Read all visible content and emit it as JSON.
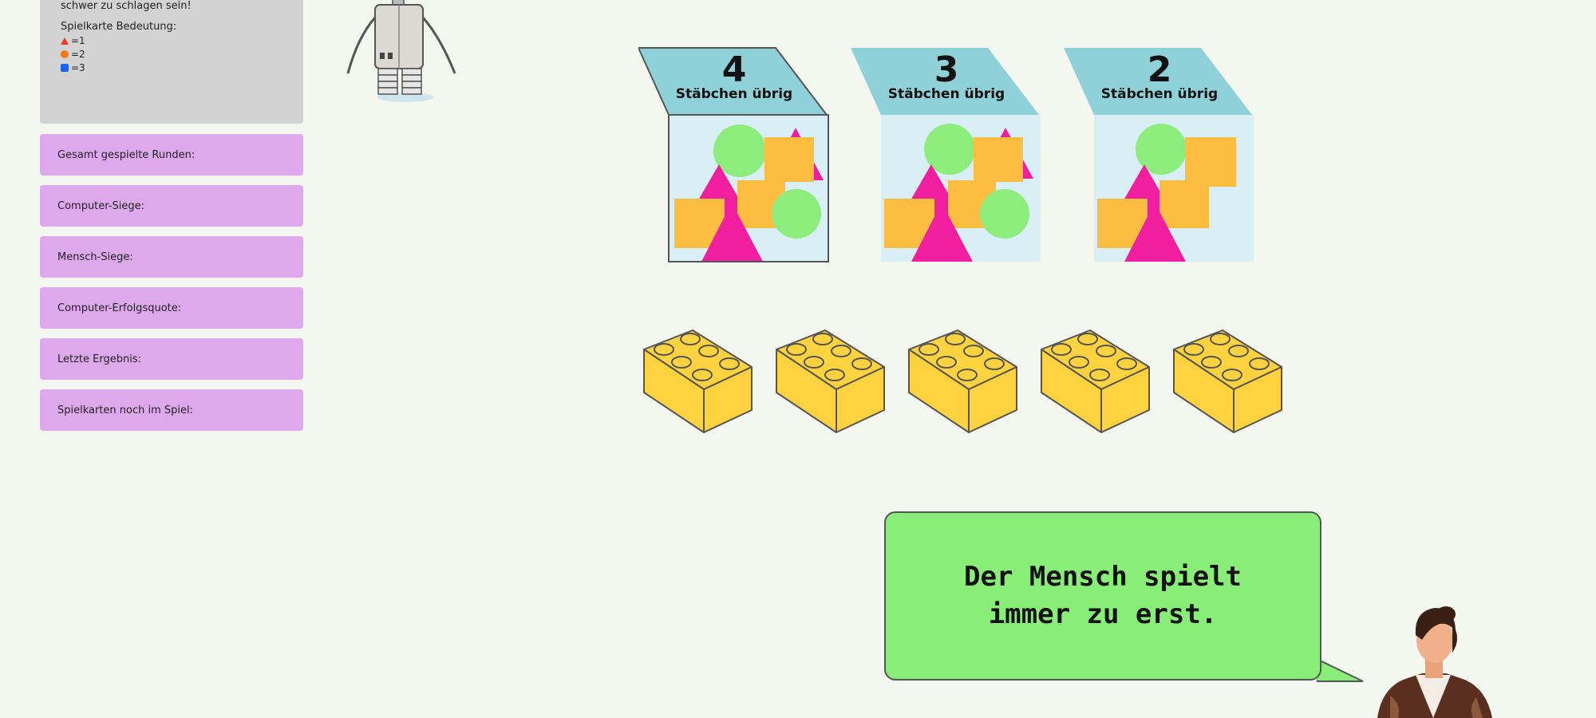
{
  "info_panel": {
    "top_line": "schwer zu schlagen sein!",
    "legend_title": "Spielkarte Bedeutung:",
    "legend": [
      {
        "icon": "triangle-icon",
        "label": "=1",
        "color": "#e8382a"
      },
      {
        "icon": "circle-icon",
        "label": "=2",
        "color": "#ef7a1a"
      },
      {
        "icon": "square-icon",
        "label": "=3",
        "color": "#1a64ef"
      }
    ]
  },
  "stats": [
    {
      "label": "Gesamt gespielte Runden:"
    },
    {
      "label": "Computer-Siege:"
    },
    {
      "label": "Mensch-Siege:"
    },
    {
      "label": "Computer-Erfolgsquote:"
    },
    {
      "label": "Letzte Ergebnis:"
    },
    {
      "label": "Spielkarten noch im Spiel:"
    }
  ],
  "cards": [
    {
      "count": "4",
      "label": "Stäbchen übrig"
    },
    {
      "count": "3",
      "label": "Stäbchen übrig"
    },
    {
      "count": "2",
      "label": "Stäbchen übrig"
    }
  ],
  "bricks": {
    "count": 5,
    "color": "#ffd23f"
  },
  "speech": {
    "text": "Der Mensch spielt\nimmer zu erst."
  },
  "colors": {
    "background": "#f3f7f0",
    "panel": "#d3d3d3",
    "stat_box": "#dea8ec",
    "card_lid": "#8fd1d9",
    "card_body": "#d8f0f5",
    "bubble": "#88ee77"
  }
}
